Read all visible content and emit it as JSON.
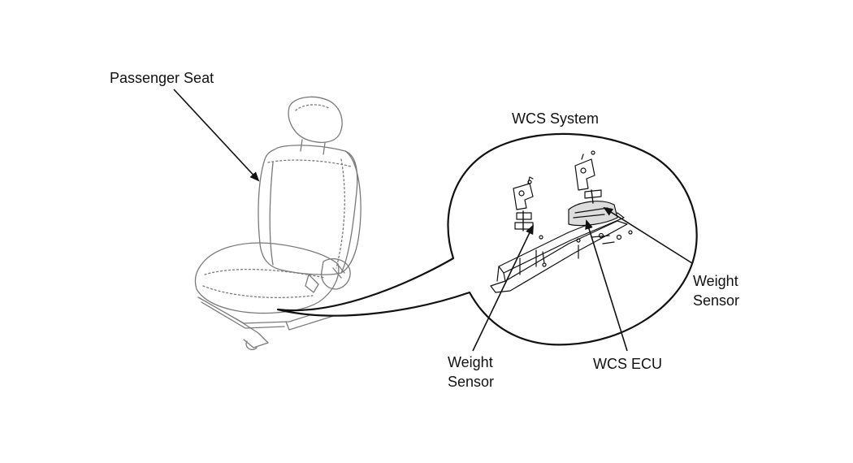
{
  "labels": {
    "passenger_seat": "Passenger Seat",
    "wcs_system": "WCS System",
    "weight_sensor_right": [
      "Weight",
      "Sensor"
    ],
    "weight_sensor_left": [
      "Weight",
      "Sensor"
    ],
    "wcs_ecu": "WCS ECU"
  },
  "colors": {
    "line": "#111111",
    "seat_line": "#8a8a8a",
    "background": "#ffffff"
  }
}
